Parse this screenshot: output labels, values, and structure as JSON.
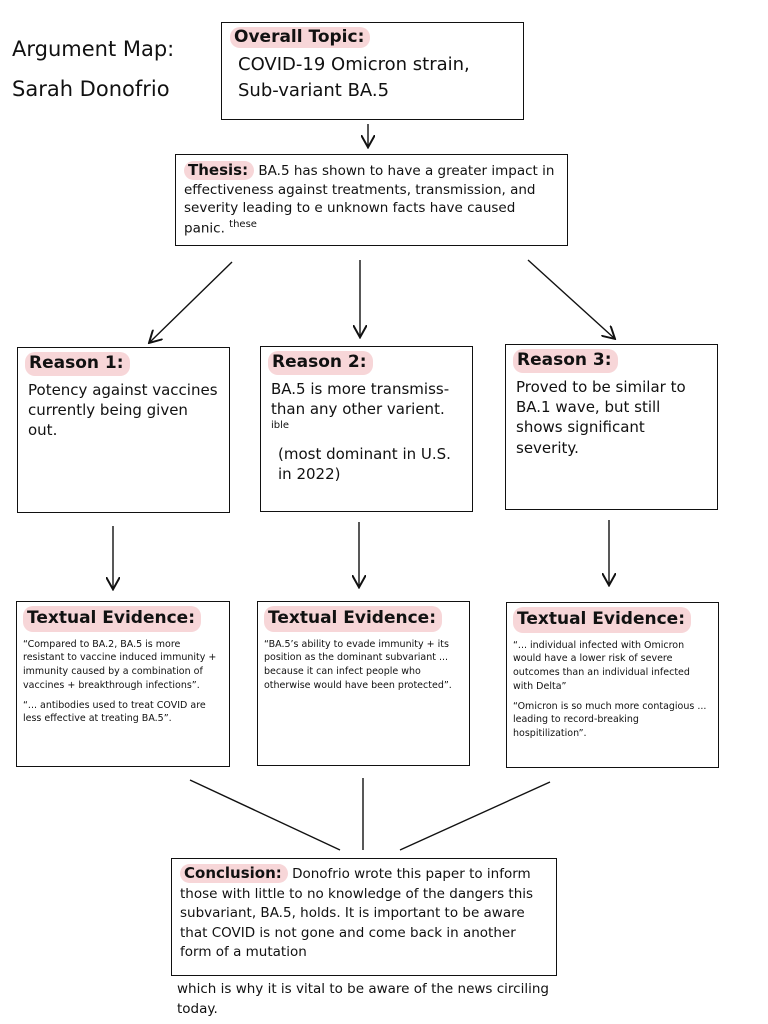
{
  "header": {
    "title": "Argument Map:",
    "author": "Sarah Donofrio"
  },
  "topic": {
    "label": "Overall Topic:",
    "lines": [
      "COVID-19 Omicron strain,",
      "Sub-variant BA.5"
    ]
  },
  "thesis": {
    "label": "Thesis:",
    "text": "BA.5 has shown to have a greater impact in effectiveness against treatments, transmission, and severity leading to e unknown facts have caused panic.",
    "inserted_word": "these"
  },
  "reasons": [
    {
      "label": "Reason 1:",
      "text": "Potency against vaccines currently being given out."
    },
    {
      "label": "Reason 2:",
      "text": "BA.5 is more transmiss- than any other varient.",
      "inserted_word": "ible",
      "note": "(most dominant in U.S. in 2022)"
    },
    {
      "label": "Reason 3:",
      "text": "Proved to be similar to BA.1 wave, but still shows significant severity."
    }
  ],
  "evidence": [
    {
      "label": "Textual Evidence:",
      "quotes": [
        "“Compared to BA.2, BA.5 is more resistant to vaccine induced immunity + immunity caused by a combination of vaccines + breakthrough infections”.",
        "“... antibodies used to treat COVID are less effective at treating BA.5”."
      ]
    },
    {
      "label": "Textual Evidence:",
      "quotes": [
        "“BA.5’s ability to evade immunity + its position as the dominant subvariant ... because it can infect people who otherwise would have been protected”."
      ]
    },
    {
      "label": "Textual Evidence:",
      "quotes": [
        "“... individual infected with Omicron would have a lower risk of severe outcomes than an individual infected with Delta”",
        "“Omicron is so much more contagious ... leading to record-breaking hospitilization”."
      ]
    }
  ],
  "conclusion": {
    "label": "Conclusion:",
    "text_in_box": "Donofrio wrote this paper to inform those with little to no knowledge of the dangers this subvariant, BA.5, holds. It is important to be aware that COVID is not gone and come back in another form of a mutation",
    "text_overflow": "which is why it is vital to be aware of the news circiling today."
  },
  "colors": {
    "highlight": "#f7d6d8",
    "ink": "#111111"
  }
}
